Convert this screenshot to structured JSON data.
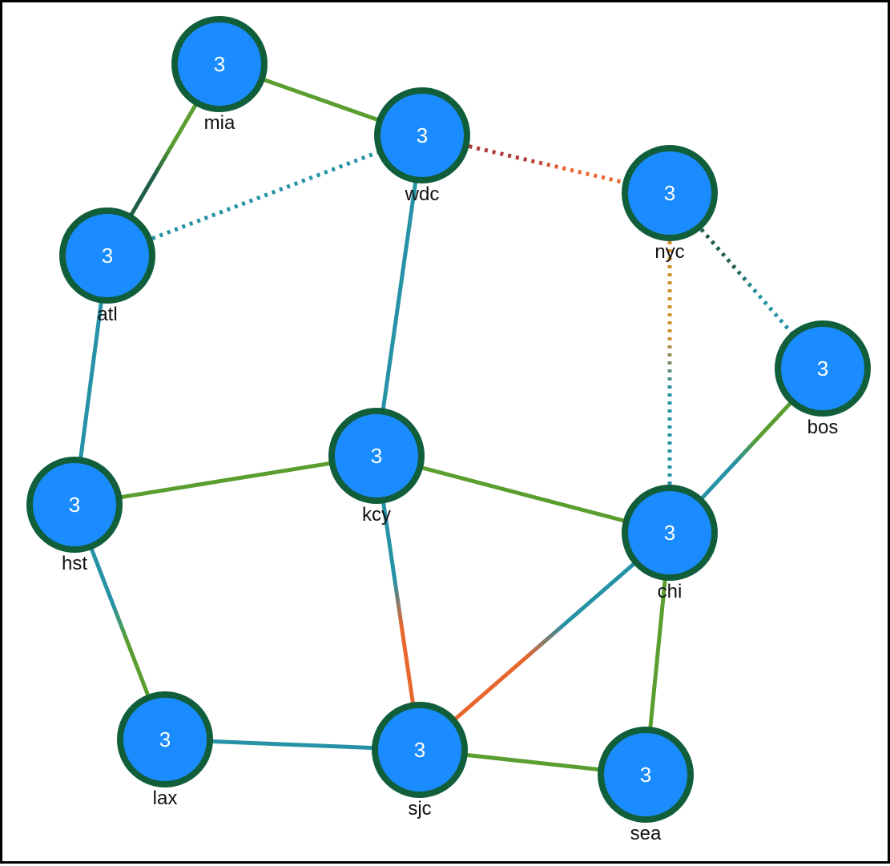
{
  "colors": {
    "node_fill": "#1a8cff",
    "node_stroke": "#115e3b",
    "edge_green": "#5a9e2f",
    "edge_teal": "#2592a6",
    "edge_orange": "#e8672e",
    "edge_red": "#b03a3a",
    "edge_gold": "#cf8f2f",
    "edge_darkgreen": "#1f5f45"
  },
  "nodes": [
    {
      "id": "mia",
      "label": "mia",
      "count": "3"
    },
    {
      "id": "wdc",
      "label": "wdc",
      "count": "3"
    },
    {
      "id": "nyc",
      "label": "nyc",
      "count": "3"
    },
    {
      "id": "atl",
      "label": "atl",
      "count": "3"
    },
    {
      "id": "bos",
      "label": "bos",
      "count": "3"
    },
    {
      "id": "kcy",
      "label": "kcy",
      "count": "3"
    },
    {
      "id": "hst",
      "label": "hst",
      "count": "3"
    },
    {
      "id": "chi",
      "label": "chi",
      "count": "3"
    },
    {
      "id": "lax",
      "label": "lax",
      "count": "3"
    },
    {
      "id": "sjc",
      "label": "sjc",
      "count": "3"
    },
    {
      "id": "sea",
      "label": "sea",
      "count": "3"
    }
  ],
  "edges": [
    {
      "source": "mia",
      "target": "wdc",
      "style": "solid",
      "colors": [
        "#5a9e2f",
        "#5a9e2f"
      ]
    },
    {
      "source": "mia",
      "target": "atl",
      "style": "solid",
      "colors": [
        "#5a9e2f",
        "#1f5f45"
      ]
    },
    {
      "source": "atl",
      "target": "wdc",
      "style": "dotted",
      "colors": [
        "#2592a6",
        "#2592a6"
      ]
    },
    {
      "source": "wdc",
      "target": "nyc",
      "style": "dotted",
      "colors": [
        "#b03a3a",
        "#e8672e"
      ]
    },
    {
      "source": "wdc",
      "target": "kcy",
      "style": "solid",
      "colors": [
        "#2592a6",
        "#2592a6"
      ]
    },
    {
      "source": "nyc",
      "target": "bos",
      "style": "dotted",
      "colors": [
        "#1f5f45",
        "#2592a6"
      ]
    },
    {
      "source": "nyc",
      "target": "chi",
      "style": "dotted",
      "colors": [
        "#cf8f2f",
        "#2592a6"
      ]
    },
    {
      "source": "atl",
      "target": "hst",
      "style": "solid",
      "colors": [
        "#2592a6",
        "#2592a6"
      ]
    },
    {
      "source": "bos",
      "target": "chi",
      "style": "solid",
      "colors": [
        "#5a9e2f",
        "#2592a6"
      ]
    },
    {
      "source": "hst",
      "target": "kcy",
      "style": "solid",
      "colors": [
        "#5a9e2f",
        "#5a9e2f"
      ]
    },
    {
      "source": "kcy",
      "target": "chi",
      "style": "solid",
      "colors": [
        "#5a9e2f",
        "#5a9e2f"
      ]
    },
    {
      "source": "kcy",
      "target": "sjc",
      "style": "solid",
      "colors": [
        "#2592a6",
        "#e8672e"
      ]
    },
    {
      "source": "chi",
      "target": "sjc",
      "style": "solid",
      "colors": [
        "#2592a6",
        "#e8672e"
      ]
    },
    {
      "source": "chi",
      "target": "sea",
      "style": "solid",
      "colors": [
        "#5a9e2f",
        "#5a9e2f"
      ]
    },
    {
      "source": "hst",
      "target": "lax",
      "style": "solid",
      "colors": [
        "#2592a6",
        "#5a9e2f"
      ]
    },
    {
      "source": "lax",
      "target": "sjc",
      "style": "solid",
      "colors": [
        "#2592a6",
        "#2592a6"
      ]
    },
    {
      "source": "sjc",
      "target": "sea",
      "style": "solid",
      "colors": [
        "#5a9e2f",
        "#5a9e2f"
      ]
    }
  ]
}
